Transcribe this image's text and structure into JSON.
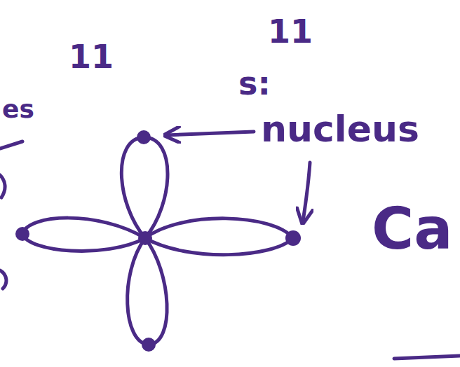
{
  "diagram": {
    "labels": [
      "es",
      "11",
      "11",
      "s:",
      "nucleus",
      "Ca"
    ]
  }
}
